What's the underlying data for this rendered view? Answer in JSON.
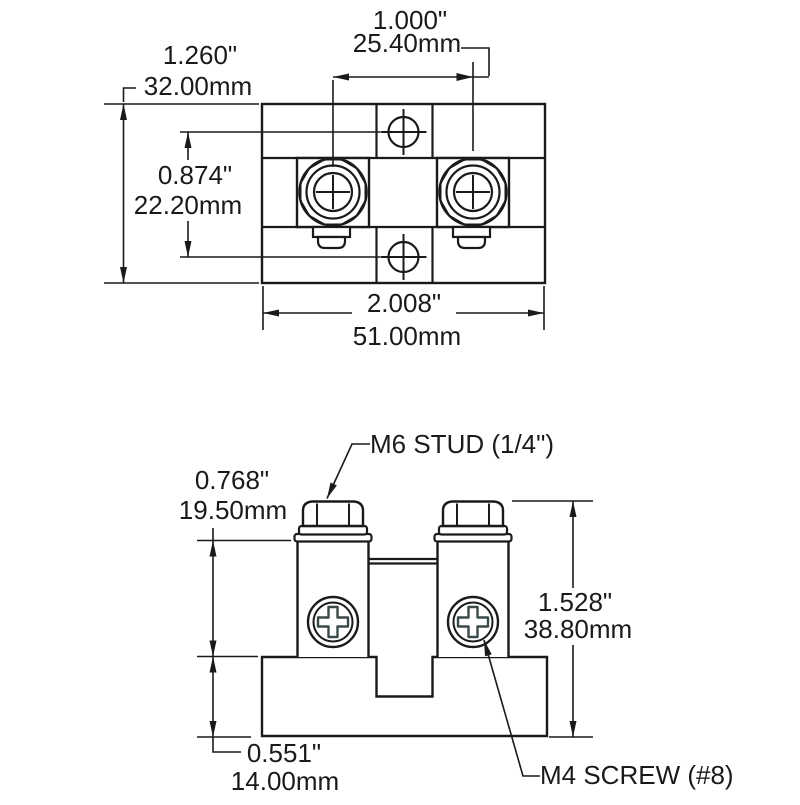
{
  "colors": {
    "line": "#1a1a1a",
    "background": "#ffffff",
    "screw_slot": "#3a4a4a"
  },
  "top_view": {
    "dim_stud_spacing": {
      "inches": "1.000\"",
      "metric": "25.40mm"
    },
    "dim_height": {
      "inches": "1.260\"",
      "metric": "32.00mm"
    },
    "dim_hole_spacing": {
      "inches": "0.874\"",
      "metric": "22.20mm"
    },
    "dim_width": {
      "inches": "2.008\"",
      "metric": "51.00mm"
    }
  },
  "side_view": {
    "dim_body_height": {
      "inches": "0.768\"",
      "metric": "19.50mm"
    },
    "dim_total_height": {
      "inches": "1.528\"",
      "metric": "38.80mm"
    },
    "dim_base_height": {
      "inches": "0.551\"",
      "metric": "14.00mm"
    },
    "stud_label": "M6 STUD (1/4\")",
    "screw_label": "M4 SCREW (#8)"
  }
}
